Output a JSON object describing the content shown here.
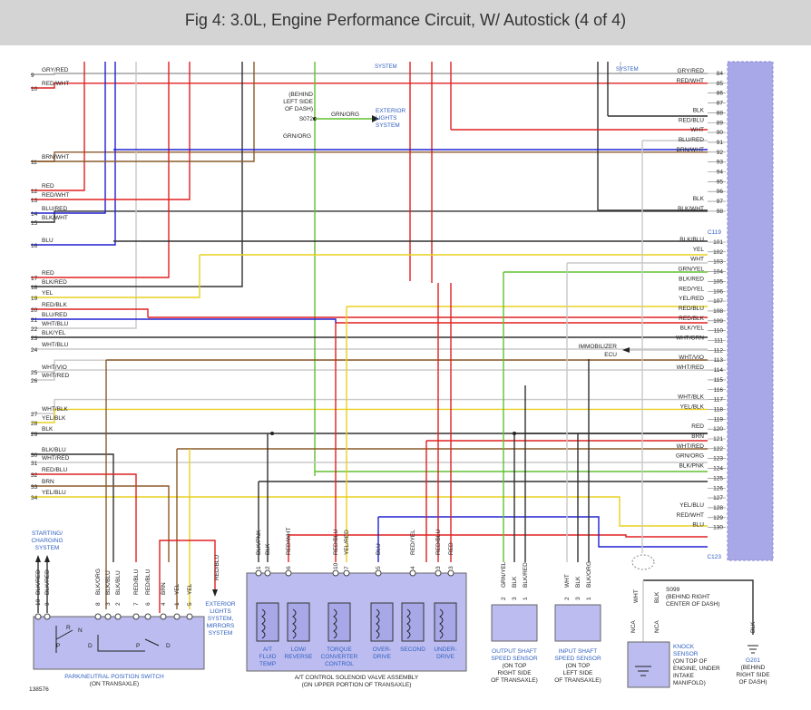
{
  "title": "Fig 4: 3.0L, Engine Performance Circuit, W/ Autostick (4 of 4)",
  "figure_number": "138576",
  "colors": {
    "GRY": "#a0a0a0",
    "RED": "#e02020",
    "BLK": "#303030",
    "BLU": "#2020d0",
    "BRN": "#8b5a2b",
    "YEL": "#e8d020",
    "WHT": "#c8c8c8",
    "GRN": "#60c030",
    "VIO": "#b070c0",
    "ORG": "#ff9000",
    "PNK": "#f08080",
    "module": "#bcbcf0",
    "ecu": "#a8a8e8",
    "label_blue": "#3060c0"
  },
  "left_pins": [
    {
      "num": "9",
      "label": "GRY/RED"
    },
    {
      "num": "10",
      "label": "RED/WHT"
    },
    {
      "num": "11",
      "label": "BRN/WHT"
    },
    {
      "num": "12",
      "label": "RED"
    },
    {
      "num": "13",
      "label": "RED/WHT"
    },
    {
      "num": "14",
      "label": "BLU/RED"
    },
    {
      "num": "15",
      "label": "BLK/WHT"
    },
    {
      "num": "16",
      "label": "BLU"
    },
    {
      "num": "17",
      "label": "RED"
    },
    {
      "num": "18",
      "label": "BLK/RED"
    },
    {
      "num": "19",
      "label": "YEL"
    },
    {
      "num": "20",
      "label": "RED/BLK"
    },
    {
      "num": "21",
      "label": "BLU/RED"
    },
    {
      "num": "22",
      "label": "WHT/BLU"
    },
    {
      "num": "23",
      "label": "BLK/YEL"
    },
    {
      "num": "24",
      "label": "WHT/BLU"
    },
    {
      "num": "25",
      "label": "WHT/VIO"
    },
    {
      "num": "26",
      "label": "WHT/RED"
    },
    {
      "num": "27",
      "label": "WHT/BLK"
    },
    {
      "num": "28",
      "label": "YEL/BLK"
    },
    {
      "num": "29",
      "label": "BLK"
    },
    {
      "num": "30",
      "label": "BLK/BLU"
    },
    {
      "num": "31",
      "label": "WHT/RED"
    },
    {
      "num": "32",
      "label": "RED/BLU"
    },
    {
      "num": "33",
      "label": "BRN"
    },
    {
      "num": "34",
      "label": "YEL/BLU"
    }
  ],
  "right_pins": [
    {
      "num": "84",
      "label": "GRY/RED"
    },
    {
      "num": "85",
      "label": "RED/WHT"
    },
    {
      "num": "86",
      "label": ""
    },
    {
      "num": "87",
      "label": ""
    },
    {
      "num": "88",
      "label": "BLK"
    },
    {
      "num": "89",
      "label": "RED/BLU"
    },
    {
      "num": "90",
      "label": "WHT"
    },
    {
      "num": "91",
      "label": "BLU/RED"
    },
    {
      "num": "92",
      "label": "BRN/WHT"
    },
    {
      "num": "93",
      "label": ""
    },
    {
      "num": "94",
      "label": ""
    },
    {
      "num": "95",
      "label": ""
    },
    {
      "num": "96",
      "label": ""
    },
    {
      "num": "97",
      "label": "BLK"
    },
    {
      "num": "98",
      "label": "BLK/WHT"
    },
    {
      "num": "101",
      "label": "BLK/BLU"
    },
    {
      "num": "102",
      "label": "YEL"
    },
    {
      "num": "103",
      "label": "WHT"
    },
    {
      "num": "104",
      "label": "GRN/YEL"
    },
    {
      "num": "105",
      "label": "BLK/RED"
    },
    {
      "num": "106",
      "label": "RED/YEL"
    },
    {
      "num": "107",
      "label": "YEL/RED"
    },
    {
      "num": "108",
      "label": "RED/BLU"
    },
    {
      "num": "109",
      "label": "RED/BLK"
    },
    {
      "num": "110",
      "label": "BLK/YEL"
    },
    {
      "num": "111",
      "label": "WHT/GRN"
    },
    {
      "num": "112",
      "label": ""
    },
    {
      "num": "113",
      "label": "WHT/VIO"
    },
    {
      "num": "114",
      "label": "WHT/RED"
    },
    {
      "num": "115",
      "label": ""
    },
    {
      "num": "116",
      "label": ""
    },
    {
      "num": "117",
      "label": "WHT/BLK"
    },
    {
      "num": "118",
      "label": "YEL/BLK"
    },
    {
      "num": "119",
      "label": ""
    },
    {
      "num": "120",
      "label": "RED"
    },
    {
      "num": "121",
      "label": "BRN"
    },
    {
      "num": "122",
      "label": "WHT/RED"
    },
    {
      "num": "123",
      "label": "GRN/ORG"
    },
    {
      "num": "124",
      "label": "BLK/PNK"
    },
    {
      "num": "125",
      "label": ""
    },
    {
      "num": "126",
      "label": ""
    },
    {
      "num": "127",
      "label": ""
    },
    {
      "num": "128",
      "label": "YEL/BLU"
    },
    {
      "num": "129",
      "label": "RED/WHT"
    },
    {
      "num": "130",
      "label": "BLU"
    }
  ],
  "connectors": {
    "c119": "C119",
    "c123": "C123"
  },
  "top_notes": {
    "system_a": "SYSTEM",
    "system_b": "SYSTEM",
    "s072_location": [
      "(BEHIND",
      "LEFT SIDE",
      "OF DASH)"
    ],
    "s072": "S072",
    "s072_wire": "GRN/ORG",
    "s072_wire_down": "GRN/ORG",
    "exterior_lights": [
      "EXTERIOR",
      "LIGHTS",
      "SYSTEM"
    ]
  },
  "immobilizer": [
    "IMMOBILIZER",
    "ECU"
  ],
  "starting_charging": [
    "STARTING/",
    "CHARGING",
    "SYSTEM"
  ],
  "exterior_mirrors": [
    "EXTERIOR",
    "LIGHTS",
    "SYSTEM,",
    "MIRRORS",
    "SYSTEM"
  ],
  "pnp_switch": {
    "pins": [
      {
        "num": "10",
        "wire": "BLK/RED"
      },
      {
        "num": "9",
        "wire": "BLK/RED"
      },
      {
        "num": "8",
        "wire": "BLK/ORG"
      },
      {
        "num": "3",
        "wire": "BLK/BLU"
      },
      {
        "num": "2",
        "wire": "BLK/BLU"
      },
      {
        "num": "7",
        "wire": "RED/BLU"
      },
      {
        "num": "6",
        "wire": "RED/BLU"
      },
      {
        "num": "4",
        "wire": "BRN"
      },
      {
        "num": "1",
        "wire": "YEL"
      },
      {
        "num": "5",
        "wire": "YEL"
      }
    ],
    "right_wire": "RED/BLU",
    "positions": [
      "R",
      "N",
      "P",
      "D"
    ],
    "positions2": [
      "P",
      "D"
    ],
    "name": [
      "PARK/NEUTRAL POSITION SWITCH",
      "(ON TRANSAXLE)"
    ]
  },
  "solenoid_assembly": {
    "pins": [
      {
        "num": "1",
        "wire": "BLK/PNK"
      },
      {
        "num": "2",
        "wire": "BLK"
      },
      {
        "num": "6",
        "wire": "RED/WHT"
      },
      {
        "num": "10",
        "wire": "RED/BLU"
      },
      {
        "num": "7",
        "wire": "YEL/RED"
      },
      {
        "num": "5",
        "wire": "BLU"
      },
      {
        "num": "4",
        "wire": "RED/YEL"
      },
      {
        "num": "3",
        "wire": "RED/BLU"
      },
      {
        "num": "3b",
        "wire": "RED"
      }
    ],
    "components": [
      {
        "name": [
          "A/T",
          "FLUID",
          "TEMP"
        ]
      },
      {
        "name": [
          "LOW/",
          "REVERSE"
        ]
      },
      {
        "name": [
          "TORQUE",
          "CONVERTER",
          "CONTROL"
        ]
      },
      {
        "name": [
          "OVER-",
          "DRIVE"
        ]
      },
      {
        "name": [
          "SECOND"
        ]
      },
      {
        "name": [
          "UNDER-",
          "DRIVE"
        ]
      }
    ],
    "name": [
      "A/T CONTROL SOLENOID VALVE ASSEMBLY",
      "(ON UPPER PORTION OF TRANSAXLE)"
    ]
  },
  "output_sensor": {
    "pins": [
      {
        "num": "2",
        "wire": "GRN/YEL"
      },
      {
        "num": "3",
        "wire": "BLK"
      },
      {
        "num": "1",
        "wire": "BLK/RED"
      }
    ],
    "name": [
      "OUTPUT SHAFT",
      "SPEED SENSOR",
      "(ON TOP",
      "RIGHT SIDE",
      "OF TRANSAXLE)"
    ]
  },
  "input_sensor": {
    "pins": [
      {
        "num": "2",
        "wire": "WHT"
      },
      {
        "num": "3",
        "wire": "BLK"
      },
      {
        "num": "1",
        "wire": "BLK/ORG"
      }
    ],
    "name": [
      "INPUT SHAFT",
      "SPEED SENSOR",
      "(ON TOP",
      "LEFT SIDE",
      "OF TRANSAXLE)"
    ]
  },
  "knock_sensor": {
    "pins": [
      {
        "num": "NCA",
        "wire": "WHT"
      },
      {
        "num": "NCA",
        "wire": "BLK"
      }
    ],
    "name": [
      "KNOCK",
      "SENSOR",
      "(ON TOP OF",
      "ENGINE, UNDER",
      "INTAKE",
      "MANIFOLD)"
    ]
  },
  "s099": {
    "label": "S099",
    "loc": [
      "(BEHIND RIGHT",
      "CENTER OF DASH)"
    ]
  },
  "g201": {
    "wire": "BLK",
    "label": "G201",
    "loc": [
      "(BEHIND",
      "RIGHT SIDE",
      "OF DASH)"
    ]
  }
}
